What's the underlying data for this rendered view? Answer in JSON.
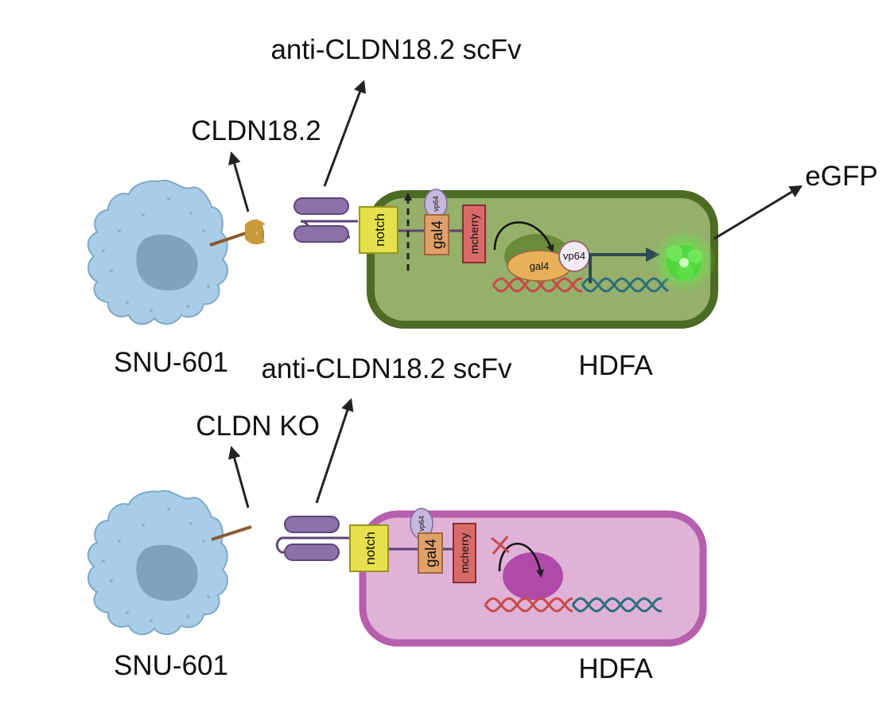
{
  "top": {
    "label_antibody": "anti-CLDN18.2 scFv",
    "label_antigen": "CLDN18.2",
    "label_reporter": "eGFP",
    "label_sender": "SNU-601",
    "label_receiver": "HDFA",
    "notch": "notch",
    "gal4": "gal4",
    "vp64": "vp64",
    "mcherry": "mcherry",
    "gal4_bound": "gal4",
    "vp64_bound": "vp64"
  },
  "bottom": {
    "label_antibody": "anti-CLDN18.2 scFv",
    "label_antigen": "CLDN KO",
    "label_sender": "SNU-601",
    "label_receiver": "HDFA",
    "notch": "notch",
    "gal4": "gal4",
    "vp64": "vp64",
    "mcherry": "mcherry"
  },
  "colors": {
    "cell_blue": "#a9cde6",
    "nucleus_blue": "#7fa3bd",
    "green_cell": "#95b06a",
    "green_border": "#4d6b24",
    "pink_cell": "#e0b2d8",
    "pink_border": "#b55fad",
    "scfv_purple": "#8a72a8",
    "notch_yellow": "#e6e04d",
    "gal4_orange": "#e0a06a",
    "mcherry_red": "#d96a6a",
    "gfp_green": "#5fe04a",
    "dna_red": "#c84a4a",
    "dna_teal": "#2f6f7a"
  }
}
